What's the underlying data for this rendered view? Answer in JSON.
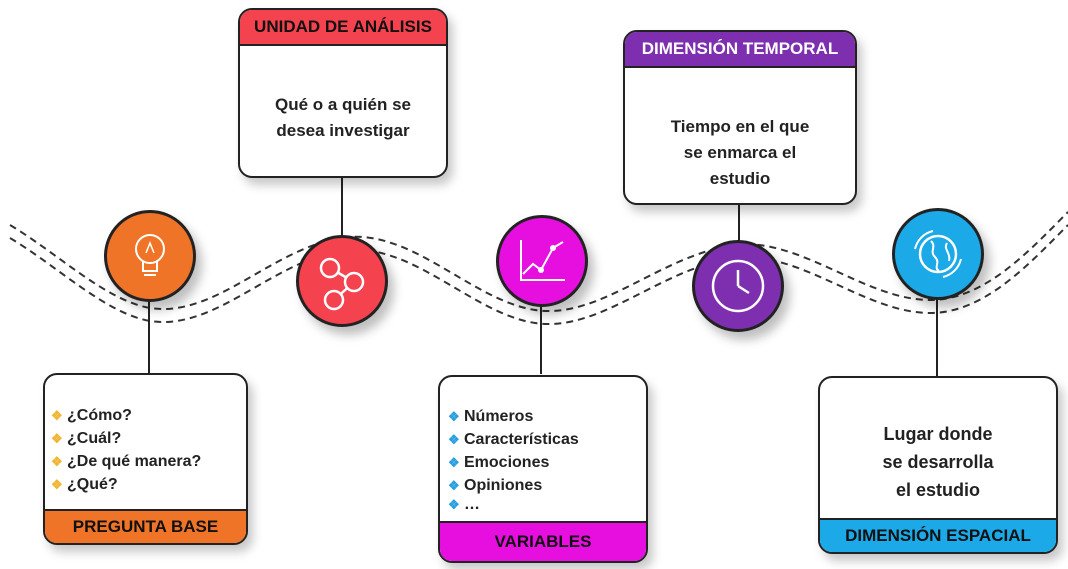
{
  "colors": {
    "orange": "#f07428",
    "red": "#f5424f",
    "magenta": "#e60fe0",
    "purple": "#7d2fb0",
    "blue": "#1ba9e8",
    "bullet_gold": "#f2b531",
    "bullet_blue": "#2a9fe0"
  },
  "cards": {
    "pregunta_base": {
      "title": "PREGUNTA BASE",
      "items": [
        "¿Cómo?",
        "¿Cuál?",
        "¿De qué manera?",
        "¿Qué?"
      ]
    },
    "unidad_analisis": {
      "title": "UNIDAD DE ANÁLISIS",
      "text": "Qué o a quién se desea investigar"
    },
    "variables": {
      "title": "VARIABLES",
      "items": [
        "Números",
        "Características",
        "Emociones",
        "Opiniones",
        "…"
      ]
    },
    "dimension_temporal": {
      "title": "DIMENSIÓN TEMPORAL",
      "text": "Tiempo en el que se enmarca el estudio"
    },
    "dimension_espacial": {
      "title": "DIMENSIÓN ESPACIAL",
      "text": "Lugar donde se desarrolla el estudio"
    }
  },
  "icons": [
    "lightbulb-icon",
    "molecule-icon",
    "line-chart-icon",
    "clock-icon",
    "globe-icon"
  ]
}
